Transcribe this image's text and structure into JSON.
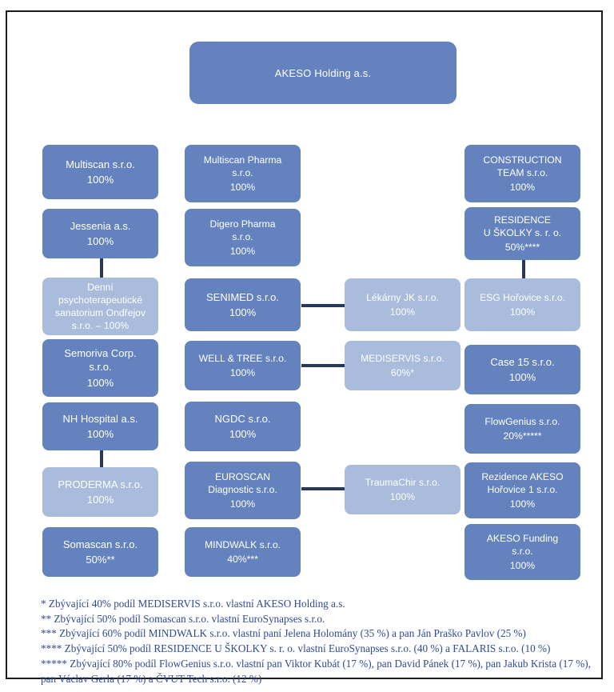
{
  "title": {
    "text": "AKESO Holding a.s."
  },
  "colors": {
    "node_dark": "#6483BE",
    "node_light": "#A9BCDC",
    "connector": "#26385E",
    "footnote_text": "#2F4A96",
    "frame_border": "#1B1B1B",
    "node_text": "#FFFFFF"
  },
  "columns": {
    "left": {
      "nodes": [
        {
          "name": "multiscan",
          "lines": [
            "Multiscan s.r.o."
          ],
          "pct": "100%",
          "shade": "dark"
        },
        {
          "name": "jessenia",
          "lines": [
            "Jessenia a.s."
          ],
          "pct": "100%",
          "shade": "dark"
        },
        {
          "name": "denni-psychoterapeuticke-sanatorium-ondrejov",
          "lines": [
            "Denní",
            "psychoterapeutické",
            "sanatorium Ondřejov",
            "s.r.o. – 100%"
          ],
          "pct": "",
          "shade": "light"
        },
        {
          "name": "semoriva-corp",
          "lines": [
            "Semoriva Corp.",
            "s.r.o."
          ],
          "pct": "100%",
          "shade": "dark"
        },
        {
          "name": "nh-hospital",
          "lines": [
            "NH Hospital a.s."
          ],
          "pct": "100%",
          "shade": "dark"
        },
        {
          "name": "proderma",
          "lines": [
            "PRODERMA s.r.o."
          ],
          "pct": "100%",
          "shade": "light"
        },
        {
          "name": "somascan",
          "lines": [
            "Somascan s.r.o."
          ],
          "pct": "50%**",
          "shade": "dark"
        }
      ]
    },
    "middle": {
      "nodes": [
        {
          "name": "multiscan-pharma",
          "lines": [
            "Multiscan Pharma",
            "s.r.o."
          ],
          "pct": "100%",
          "shade": "dark"
        },
        {
          "name": "digero-pharma",
          "lines": [
            "Digero Pharma",
            "s.r.o."
          ],
          "pct": "100%",
          "shade": "dark"
        },
        {
          "name": "senimed",
          "lines": [
            "SENIMED s.r.o."
          ],
          "pct": "100%",
          "shade": "dark"
        },
        {
          "name": "well-and-tree",
          "lines": [
            "WELL & TREE s.r.o."
          ],
          "pct": "100%",
          "shade": "dark"
        },
        {
          "name": "ngdc",
          "lines": [
            "NGDC s.r.o."
          ],
          "pct": "100%",
          "shade": "dark"
        },
        {
          "name": "euroscan-diagnostic",
          "lines": [
            "EUROSCAN",
            "Diagnostic s.r.o."
          ],
          "pct": "100%",
          "shade": "dark"
        },
        {
          "name": "mindwalk",
          "lines": [
            "MINDWALK s.r.o."
          ],
          "pct": "40%***",
          "shade": "dark"
        }
      ]
    },
    "middle_right": {
      "nodes": [
        {
          "name": "lekarny-jk",
          "lines": [
            "Lékárny JK s.r.o."
          ],
          "pct": "100%",
          "shade": "light"
        },
        {
          "name": "mediservis",
          "lines": [
            "MEDISERVIS s.r.o."
          ],
          "pct": "60%*",
          "shade": "light"
        },
        {
          "name": "traumachir",
          "lines": [
            "TraumaChir s.r.o."
          ],
          "pct": "100%",
          "shade": "light"
        }
      ]
    },
    "right": {
      "nodes": [
        {
          "name": "construction-team",
          "lines": [
            "CONSTRUCTION",
            "TEAM s.r.o."
          ],
          "pct": "100%",
          "shade": "dark"
        },
        {
          "name": "residence-u-skolky",
          "lines": [
            "RESIDENCE",
            "U ŠKOLKY s. r. o."
          ],
          "pct": "50%****",
          "shade": "dark"
        },
        {
          "name": "esg-horovice",
          "lines": [
            "ESG Hořovice s.r.o."
          ],
          "pct": "100%",
          "shade": "light"
        },
        {
          "name": "case-15",
          "lines": [
            "Case 15 s.r.o."
          ],
          "pct": "100%",
          "shade": "dark"
        },
        {
          "name": "flowgenius",
          "lines": [
            "FlowGenius s.r.o."
          ],
          "pct": "20%*****",
          "shade": "dark"
        },
        {
          "name": "rezidence-akeso-horovice-1",
          "lines": [
            "Rezidence AKESO",
            "Hořovice 1 s.r.o."
          ],
          "pct": "100%",
          "shade": "dark"
        },
        {
          "name": "akeso-funding",
          "lines": [
            "AKESO Funding",
            "s.r.o."
          ],
          "pct": "100%",
          "shade": "dark"
        }
      ]
    }
  },
  "footnotes": [
    "* Zbývající 40% podíl MEDISERVIS s.r.o. vlastní AKESO Holding a.s.",
    "** Zbývající 50% podíl Somascan s.r.o. vlastní EuroSynapses s.r.o.",
    "*** Zbývající 60% podíl MINDWALK s.r.o. vlastní paní Jelena Holomány (35 %) a pan Ján Praško Pavlov (25 %)",
    "**** Zbývající 50% podíl RESIDENCE U ŠKOLKY s. r. o. vlastní EuroSynapses s.r.o. (40 %) a FALARIS s.r.o. (10 %)",
    "***** Zbývající 80% podíl FlowGenius s.r.o. vlastní pan Viktor Kubát (17 %), pan David Pánek (17 %), pan Jakub Krista (17 %), pan Václav Gerla (17 %) a ČVUT Tech s.r.o. (12 %)"
  ]
}
